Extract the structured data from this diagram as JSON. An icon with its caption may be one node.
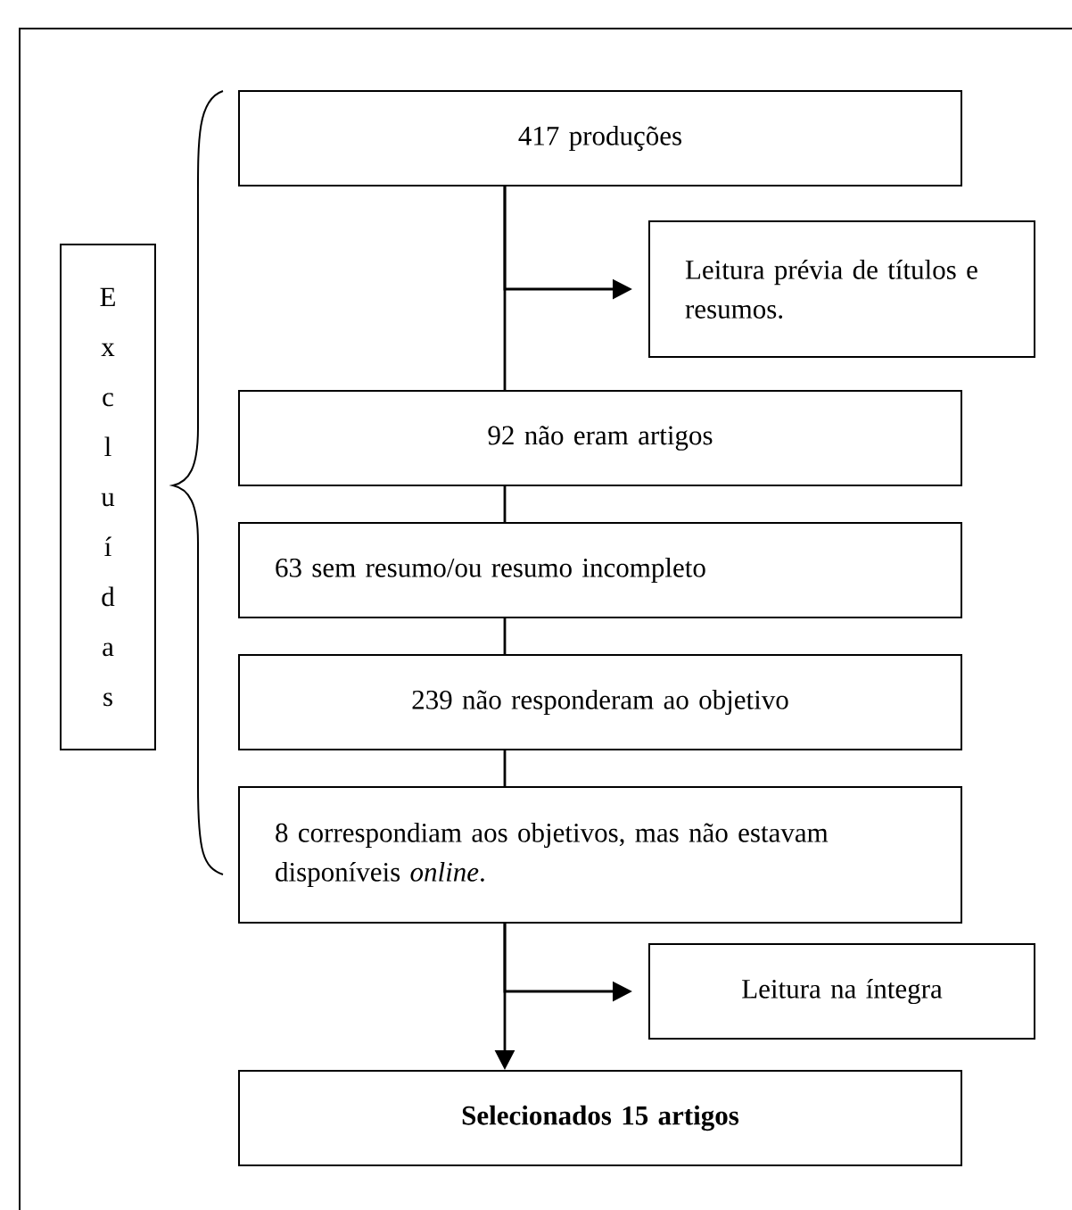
{
  "diagram": {
    "nodes": [
      {
        "text": [
          "417 produções"
        ]
      },
      {
        "text": [
          "Leitura prévia de títulos e resumos."
        ]
      },
      {
        "text": [
          "92 não eram artigos"
        ]
      },
      {
        "text": [
          "63 sem resumo/ou resumo incompleto"
        ]
      },
      {
        "text": [
          "239 não responderam ao objetivo"
        ]
      },
      {
        "text": [
          "8 correspondiam aos objetivos, mas não estavam disponíveis *online*."
        ]
      },
      {
        "text": [
          "Leitura na íntegra"
        ]
      },
      {
        "text": [
          "Selecionados 15 artigos"
        ]
      },
      {
        "text": [
          "Excluídas"
        ]
      }
    ],
    "edges": [
      {
        "from": 0,
        "to": 2,
        "arrow": "none"
      },
      {
        "from": 0,
        "to": 1,
        "arrow": "to"
      },
      {
        "from": 2,
        "to": 3,
        "arrow": "none"
      },
      {
        "from": 3,
        "to": 4,
        "arrow": "none"
      },
      {
        "from": 4,
        "to": 5,
        "arrow": "none"
      },
      {
        "from": 5,
        "to": 6,
        "arrow": "to"
      },
      {
        "from": 5,
        "to": 7,
        "arrow": "to"
      }
    ]
  }
}
